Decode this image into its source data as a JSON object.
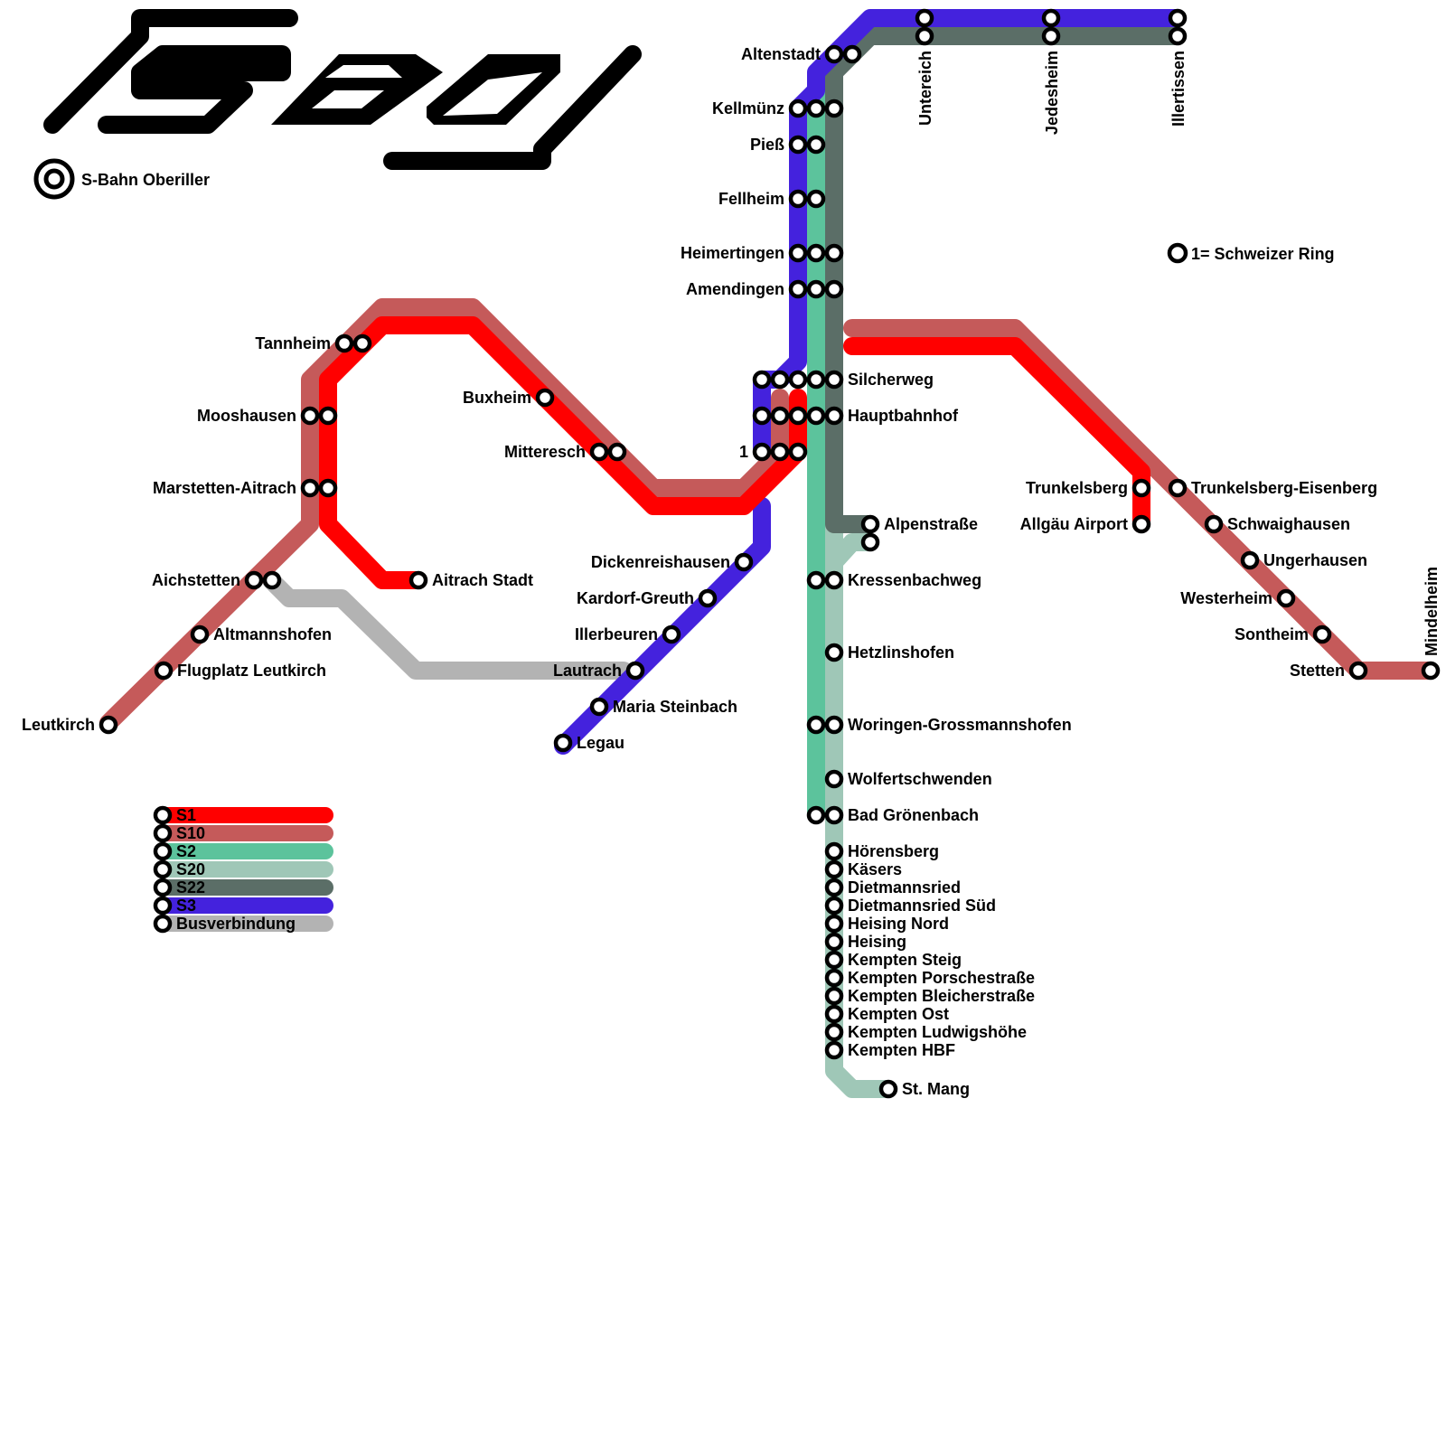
{
  "colors": {
    "S1": "#ff0000",
    "S10": "#c55a5a",
    "S2": "#5cc39c",
    "S20": "#9fc7b7",
    "S22": "#5b6e67",
    "S3": "#4422dd",
    "Busverbindung": "#b3b3b3"
  },
  "header": {
    "system_label": "S-Bahn Oberiller",
    "logo_icon": "sbo-logo-icon",
    "system_icon": "sbahn-double-circle-icon"
  },
  "legend": [
    {
      "line": "S1",
      "label": "S1"
    },
    {
      "line": "S10",
      "label": "S10"
    },
    {
      "line": "S2",
      "label": "S2"
    },
    {
      "line": "S20",
      "label": "S20"
    },
    {
      "line": "S22",
      "label": "S22"
    },
    {
      "line": "S3",
      "label": "S3"
    },
    {
      "line": "Busverbindung",
      "label": "Busverbindung"
    }
  ],
  "note": "1= Schweizer Ring",
  "stations": {
    "altenstadt": "Altenstadt",
    "untereich": "Untereich",
    "jedesheim": "Jedesheim",
    "illertissen": "Illertissen",
    "kellmuenz": "Kellmünz",
    "piess": "Pieß",
    "fellheim": "Fellheim",
    "heimertingen": "Heimertingen",
    "amendingen": "Amendingen",
    "silcherweg": "Silcherweg",
    "hauptbahnhof": "Hauptbahnhof",
    "schweizer_ring": "1",
    "alpenstrasse": "Alpenstraße",
    "kressenbachweg": "Kressenbachweg",
    "hetzlinshofen": "Hetzlinshofen",
    "woringen": "Woringen-Grossmannshofen",
    "wolfertschwenden": "Wolfertschwenden",
    "bad_groenenbach": "Bad Grönenbach",
    "hoerensberg": "Hörensberg",
    "kaesers": "Käsers",
    "dietmannsried": "Dietmannsried",
    "dietmannsried_sued": "Dietmannsried Süd",
    "heising_nord": "Heising Nord",
    "heising": "Heising",
    "kempten_steig": "Kempten Steig",
    "kempten_porsche": "Kempten Porschestraße",
    "kempten_bleicher": "Kempten Bleicherstraße",
    "kempten_ost": "Kempten Ost",
    "kempten_ludwig": "Kempten Ludwigshöhe",
    "kempten_hbf": "Kempten HBF",
    "st_mang": "St. Mang",
    "tannheim": "Tannheim",
    "mooshausen": "Mooshausen",
    "marstetten": "Marstetten-Aitrach",
    "aichstetten": "Aichstetten",
    "altmannshofen": "Altmannshofen",
    "flugplatz": "Flugplatz Leutkirch",
    "leutkirch": "Leutkirch",
    "aitrach_stadt": "Aitrach Stadt",
    "buxheim": "Buxheim",
    "mitteresch": "Mitteresch",
    "dickenreishausen": "Dickenreishausen",
    "kardorf": "Kardorf-Greuth",
    "illerbeuren": "Illerbeuren",
    "lautrach": "Lautrach",
    "maria_steinbach": "Maria Steinbach",
    "legau": "Legau",
    "trunkelsberg": "Trunkelsberg",
    "allgaeu_airport": "Allgäu Airport",
    "trunkelsberg_eisenberg": "Trunkelsberg-Eisenberg",
    "schwaighausen": "Schwaighausen",
    "ungerhausen": "Ungerhausen",
    "westerheim": "Westerheim",
    "sontheim": "Sontheim",
    "stetten": "Stetten",
    "mindelheim": "Mindelheim"
  }
}
